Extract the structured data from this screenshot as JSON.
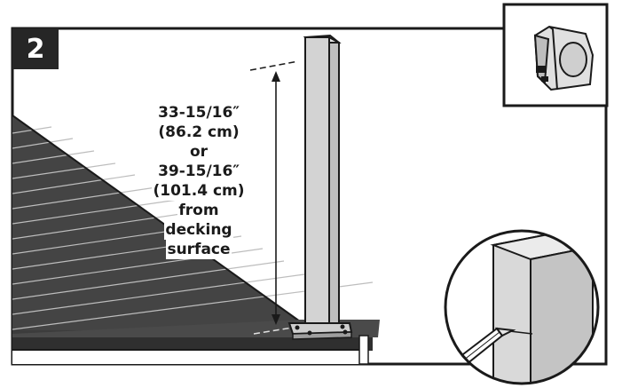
{
  "step": {
    "number": "2"
  },
  "measurement": {
    "line1": "33-15/16″",
    "line2": "(86.2 cm)",
    "line3": "or",
    "line4": "39-15/16″",
    "line5": "(101.4 cm)",
    "line6": "from",
    "line7": "decking",
    "line8": "surface"
  },
  "icons": {
    "tool": "tape-measure-icon",
    "detail": "pencil-mark-detail"
  },
  "colors": {
    "outline": "#1a1a1a",
    "badge": "#262626",
    "deck": "#3f3f3f",
    "deck_dark": "#333333",
    "post": "#d3d3d3",
    "post_shadow": "#bfbfbf"
  }
}
